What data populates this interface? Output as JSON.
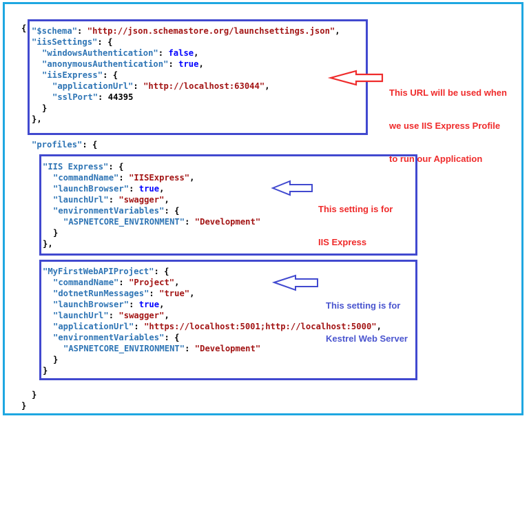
{
  "colors": {
    "frame": "#1ea7e1",
    "box": "#4149cf",
    "key": "#2f75b5",
    "string": "#a31515",
    "boolean": "#0000ff",
    "number": "#000000",
    "note_red": "#ef2b2b",
    "note_blue": "#4a55cf"
  },
  "code": {
    "open_root": "{",
    "schema_key": "\"$schema\"",
    "schema_value": "\"http://json.schemastore.org/launchsettings.json\"",
    "iis_settings_key": "\"iisSettings\"",
    "windows_auth_key": "\"windowsAuthentication\"",
    "windows_auth_value": "false",
    "anonymous_auth_key": "\"anonymousAuthentication\"",
    "anonymous_auth_value": "true",
    "iis_express_key": "\"iisExpress\"",
    "application_url_key": "\"applicationUrl\"",
    "application_url_value": "\"http://localhost:63044\"",
    "ssl_port_key": "\"sslPort\"",
    "ssl_port_value": "44395",
    "profiles_key": "\"profiles\"",
    "profile_iis": {
      "name_key": "\"IIS Express\"",
      "command_name_key": "\"commandName\"",
      "command_name_value": "\"IISExpress\"",
      "launch_browser_key": "\"launchBrowser\"",
      "launch_browser_value": "true",
      "launch_url_key": "\"launchUrl\"",
      "launch_url_value": "\"swagger\"",
      "env_vars_key": "\"environmentVariables\"",
      "env_name_key": "\"ASPNETCORE_ENVIRONMENT\"",
      "env_name_value": "\"Development\""
    },
    "profile_project": {
      "name_key": "\"MyFirstWebAPIProject\"",
      "command_name_key": "\"commandName\"",
      "command_name_value": "\"Project\"",
      "dotnet_run_key": "\"dotnetRunMessages\"",
      "dotnet_run_value": "\"true\"",
      "launch_browser_key": "\"launchBrowser\"",
      "launch_browser_value": "true",
      "launch_url_key": "\"launchUrl\"",
      "launch_url_value": "\"swagger\"",
      "application_url_key": "\"applicationUrl\"",
      "application_url_value": "\"https://localhost:5001;http://localhost:5000\"",
      "env_vars_key": "\"environmentVariables\"",
      "env_name_key": "\"ASPNETCORE_ENVIRONMENT\"",
      "env_name_value": "\"Development\""
    }
  },
  "notes": {
    "iis_url": [
      "This URL will be used when",
      "we use IIS Express Profile",
      "to run our Application"
    ],
    "iis_profile": [
      "This setting is for",
      "IIS Express"
    ],
    "kestrel_profile": [
      "This setting is for",
      "Kestrel Web Server"
    ]
  }
}
